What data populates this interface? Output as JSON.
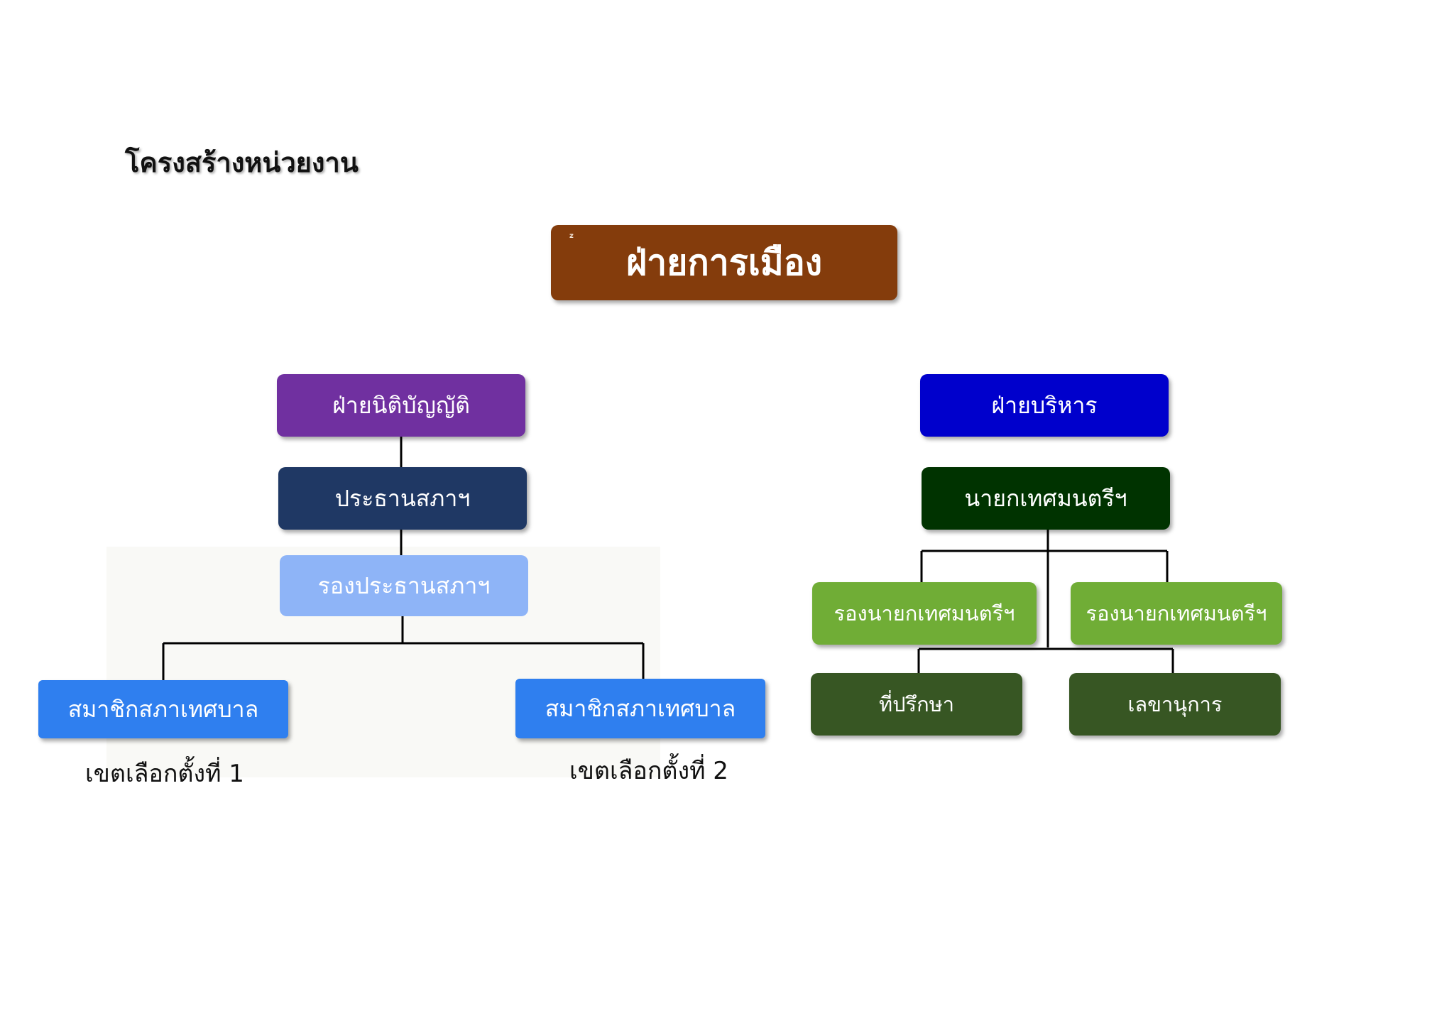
{
  "page": {
    "title": "โครงสร้างหน่วยงาน"
  },
  "chart": {
    "root": {
      "label": "ฝ่ายการเมือง",
      "mark": "z"
    },
    "legislative": {
      "label": "ฝ่ายนิติบัญญัติ",
      "speaker": "ประธานสภาฯ",
      "vice_speaker": "รองประธานสภาฯ",
      "members": [
        {
          "label": "สมาชิกสภาเทศบาล",
          "caption": "เขตเลือกตั้งที่ 1"
        },
        {
          "label": "สมาชิกสภาเทศบาล",
          "caption": "เขตเลือกตั้งที่ 2"
        }
      ]
    },
    "executive": {
      "label": "ฝ่ายบริหาร",
      "mayor": "นายกเทศมนตรีฯ",
      "deputies": [
        "รองนายกเทศมนตรีฯ",
        "รองนายกเทศมนตรีฯ"
      ],
      "staff": [
        "ที่ปรึกษา",
        "เลขานุการ"
      ]
    }
  },
  "colors": {
    "root": "#843c0c",
    "legislative": "#7030a0",
    "speaker": "#1f3864",
    "vice_speaker": "#8eb4f7",
    "member": "#2f7fef",
    "executive": "#0000cc",
    "mayor": "#003300",
    "deputy": "#70ad36",
    "staff": "#375623"
  }
}
